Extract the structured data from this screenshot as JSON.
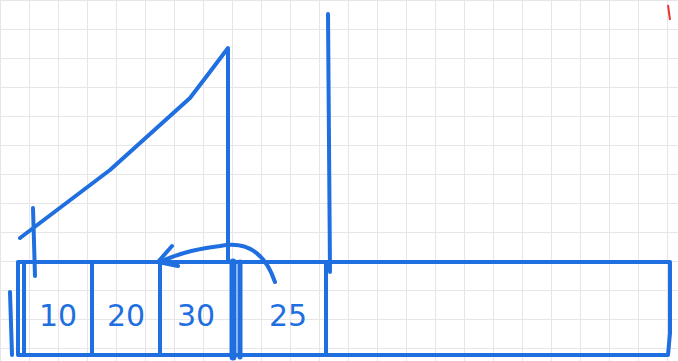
{
  "diagram": {
    "labels": [
      "10",
      "20",
      "30",
      "25"
    ]
  }
}
